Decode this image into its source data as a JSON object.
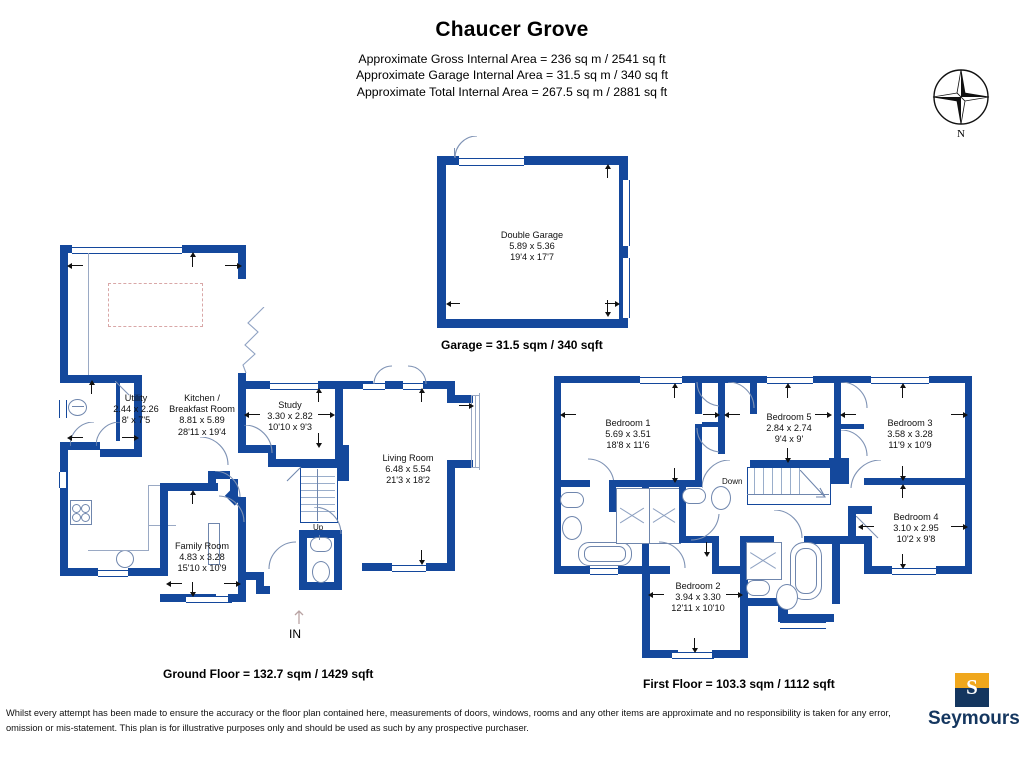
{
  "header": {
    "title": "Chaucer Grove",
    "areas": [
      "Approximate Gross Internal Area = 236 sq m / 2541 sq ft",
      "Approximate Garage Internal Area = 31.5 sq m / 340 sq ft",
      "Approximate Total Internal Area = 267.5 sq m / 2881 sq ft"
    ]
  },
  "compass": {
    "label": "N",
    "icon": "compass-rose-icon"
  },
  "colors": {
    "wall": "#14489c",
    "fixture_outline": "#6f86ad",
    "brand_navy": "#14365f",
    "brand_gold": "#f0a71c",
    "dashed_pink": "#d9a7a7"
  },
  "garage": {
    "caption": "Garage = 31.5 sqm / 340 sqft",
    "rooms": [
      {
        "name": "Double Garage",
        "metric": "5.89 x 5.36",
        "imperial": "19'4 x 17'7"
      }
    ]
  },
  "ground_floor": {
    "caption": "Ground Floor = 132.7 sqm / 1429 sqft",
    "entry_label": "IN",
    "stair_label": "Up",
    "rooms": [
      {
        "name": "Utility",
        "metric": "2.44 x 2.26",
        "imperial": "8' x 7'5"
      },
      {
        "name": "Kitchen /",
        "name2": "Breakfast Room",
        "metric": "8.81 x 5.89",
        "imperial": "28'11 x 19'4"
      },
      {
        "name": "Study",
        "metric": "3.30 x 2.82",
        "imperial": "10'10 x 9'3"
      },
      {
        "name": "Living Room",
        "metric": "6.48 x 5.54",
        "imperial": "21'3 x 18'2"
      },
      {
        "name": "Family Room",
        "metric": "4.83 x 3.28",
        "imperial": "15'10 x 10'9"
      }
    ]
  },
  "first_floor": {
    "caption": "First Floor = 103.3 sqm / 1112 sqft",
    "stair_label": "Down",
    "rooms": [
      {
        "name": "Bedroom 1",
        "metric": "5.69 x 3.51",
        "imperial": "18'8 x 11'6"
      },
      {
        "name": "Bedroom 5",
        "metric": "2.84 x 2.74",
        "imperial": "9'4 x 9'"
      },
      {
        "name": "Bedroom 3",
        "metric": "3.58 x 3.28",
        "imperial": "11'9 x 10'9"
      },
      {
        "name": "Bedroom 4",
        "metric": "3.10 x 2.95",
        "imperial": "10'2 x 9'8"
      },
      {
        "name": "Bedroom 2",
        "metric": "3.94 x 3.30",
        "imperial": "12'11 x 10'10"
      }
    ]
  },
  "footer": {
    "disclaimer": "Whilst every attempt has been made to ensure the accuracy or the floor plan contained here, measurements of doors, windows, rooms and any other items are approximate and no responsibility is taken for any error, omission or mis-statement. This plan is for illustrative purposes only and should be used as such by any prospective purchaser."
  },
  "brand": {
    "name": "Seymours",
    "mark_letter": "S"
  }
}
